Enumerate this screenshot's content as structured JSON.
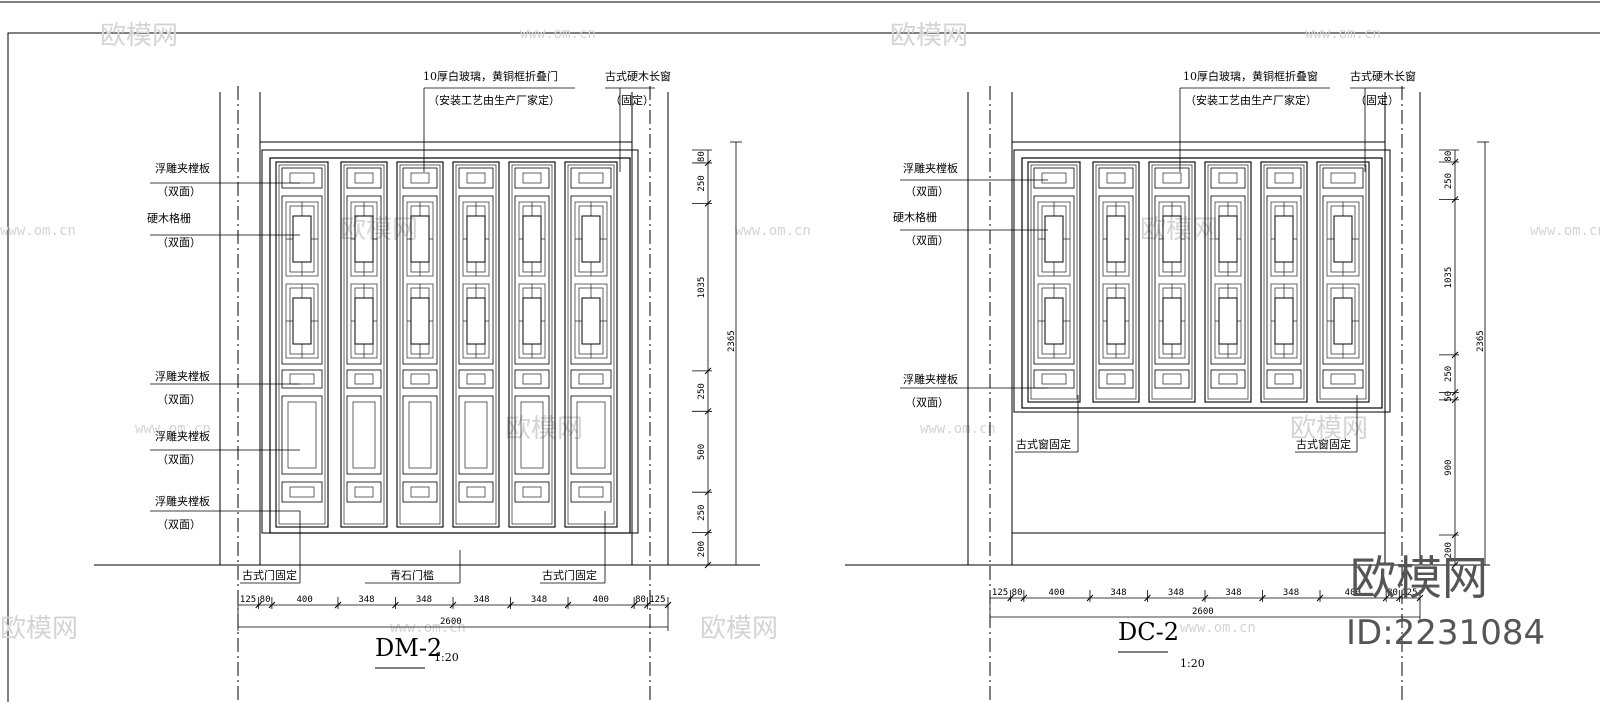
{
  "views": [
    {
      "title": "DM-2",
      "scale": "1:20",
      "callouts_top": [
        "10厚白玻璃，黄铜框折叠门",
        "（安装工艺由生产厂家定）",
        "古式硬木长窗",
        "（固定）"
      ],
      "callouts_left": [
        "浮雕夹樘板",
        "（双面）",
        "硬木格栅",
        "（双面）",
        "浮雕夹樘板",
        "（双面）",
        "浮雕夹樘板",
        "（双面）",
        "浮雕夹樘板",
        "（双面）"
      ],
      "callouts_bottom": [
        "古式门固定",
        "青石门槛",
        "古式门固定"
      ],
      "dims_horizontal": [
        "125",
        "80",
        "400",
        "348",
        "348",
        "348",
        "348",
        "400",
        "80",
        "125"
      ],
      "dim_total": "2600",
      "dims_vertical": [
        "80",
        "250",
        "1035",
        "250",
        "500",
        "250",
        "200"
      ],
      "dim_height": "2365"
    },
    {
      "title": "DC-2",
      "scale": "1:20",
      "callouts_top": [
        "10厚白玻璃，黄铜框折叠窗",
        "（安装工艺由生产厂家定）",
        "古式硬木长窗",
        "（固定）"
      ],
      "callouts_left": [
        "浮雕夹樘板",
        "（双面）",
        "硬木格栅",
        "（双面）",
        "浮雕夹樘板",
        "（双面）"
      ],
      "callouts_bottom": [
        "古式窗固定",
        "古式窗固定"
      ],
      "dims_horizontal": [
        "125",
        "80",
        "400",
        "348",
        "348",
        "348",
        "348",
        "400",
        "80",
        "125"
      ],
      "dim_total": "2600",
      "dims_vertical": [
        "80",
        "250",
        "1035",
        "250",
        "50",
        "900",
        "200"
      ],
      "dim_height": "2365"
    }
  ],
  "watermark": {
    "brand": "欧模网",
    "url": "www.om.cn",
    "id": "ID:2231084"
  }
}
